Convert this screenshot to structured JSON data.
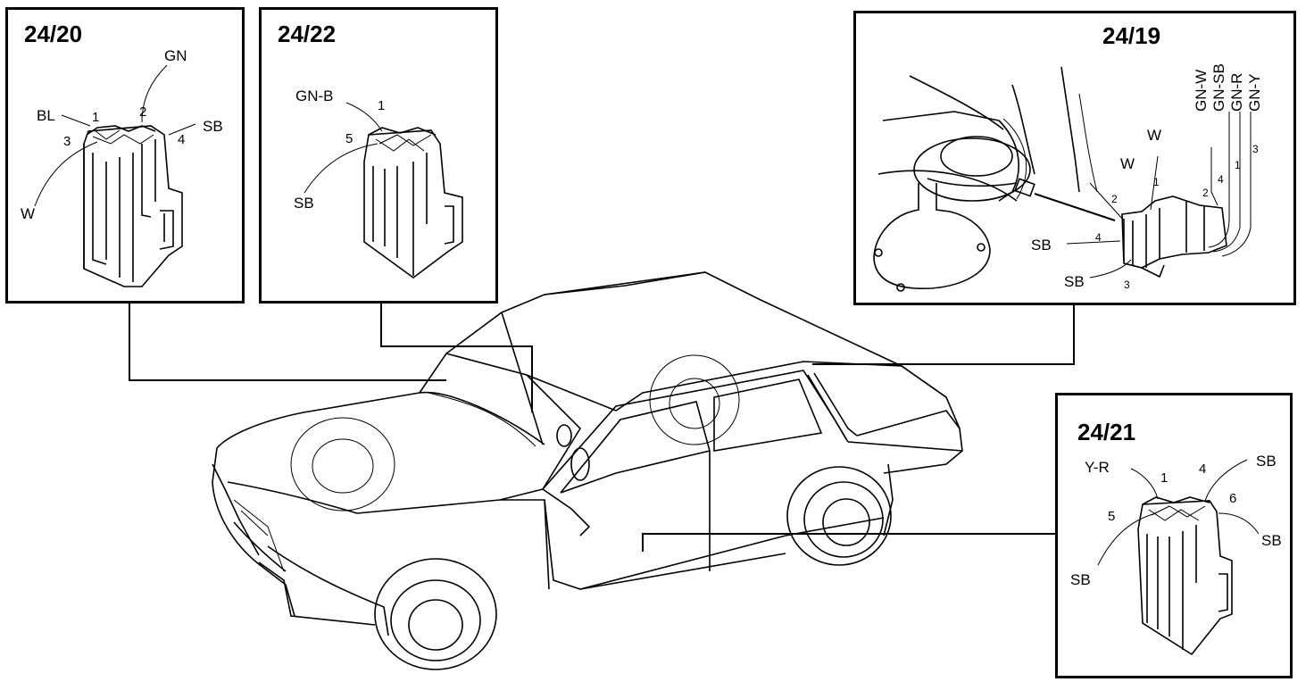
{
  "panels": {
    "p2420": {
      "title": "24/20",
      "labels": {
        "gn": "GN",
        "bl": "BL",
        "sb": "SB",
        "w": "W"
      },
      "pins": {
        "p1": "1",
        "p2": "2",
        "p3": "3",
        "p4": "4"
      }
    },
    "p2422": {
      "title": "24/22",
      "labels": {
        "gnb": "GN-B",
        "sb": "SB"
      },
      "pins": {
        "p1": "1",
        "p5": "5"
      }
    },
    "p2419": {
      "title": "24/19",
      "labels": {
        "gnw": "GN-W",
        "gnsb": "GN-SB",
        "gnr": "GN-R",
        "gny": "GN-Y",
        "w1": "W",
        "w2": "W",
        "sb1": "SB",
        "sb2": "SB"
      },
      "pins": {
        "p2a": "2",
        "p4a": "4",
        "p1a": "1",
        "p3a": "3",
        "p1b": "1",
        "p2b": "2",
        "p4b": "4",
        "p3b": "3"
      }
    },
    "p2421": {
      "title": "24/21",
      "labels": {
        "yr": "Y-R",
        "sb1": "SB",
        "sb2": "SB",
        "sb3": "SB"
      },
      "pins": {
        "p1": "1",
        "p4": "4",
        "p5": "5",
        "p6": "6"
      }
    }
  }
}
